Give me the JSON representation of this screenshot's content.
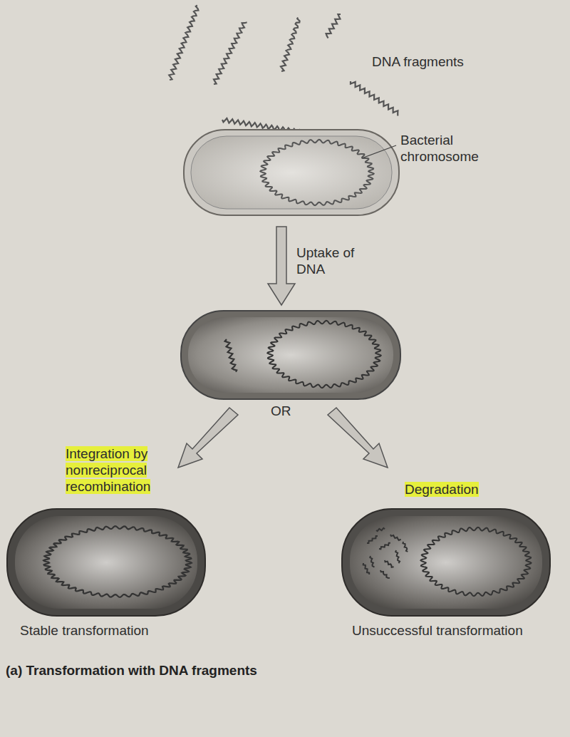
{
  "diagram": {
    "caption": "(a) Transformation with DNA fragments",
    "labels": [
      "DNA fragments",
      "Bacterial chromosome",
      "Uptake of DNA",
      "OR",
      "Integration by nonreciprocal recombination",
      "Degradation",
      "Stable transformation",
      "Unsuccessful transformation"
    ]
  }
}
